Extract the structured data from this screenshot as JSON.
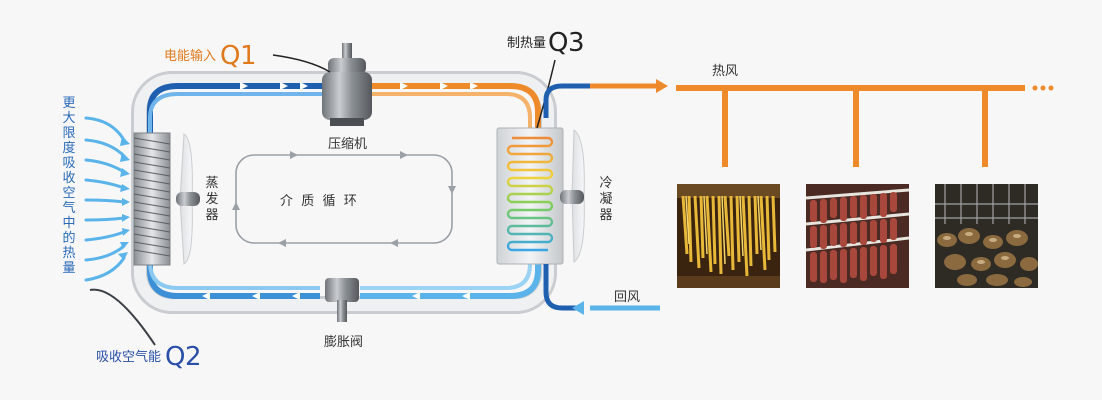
{
  "labels": {
    "electric_input_label": "电能输入",
    "electric_input_q": "Q1",
    "heat_output_label": "制热量",
    "heat_output_q": "Q3",
    "air_energy_label": "吸收空气能",
    "air_energy_q": "Q2",
    "left_vertical": "更大限度吸收空气中的热量",
    "compressor": "压缩机",
    "expansion_valve": "膨胀阀",
    "evaporator": "蒸发器",
    "condenser": "冷凝器",
    "medium_cycle": "介  质  循  环",
    "hot_air": "热风",
    "return_air": "回风"
  },
  "photos": [
    {
      "subject": "drying-tobacco-leaves"
    },
    {
      "subject": "drying-sausages"
    },
    {
      "subject": "drying-mushrooms"
    }
  ],
  "colors": {
    "orange": "#ee8a2a",
    "blue_dark": "#1f5fb0",
    "blue_light": "#5ab4ea",
    "text_orange": "#e07a1c",
    "text_blue": "#2a4fa8"
  }
}
